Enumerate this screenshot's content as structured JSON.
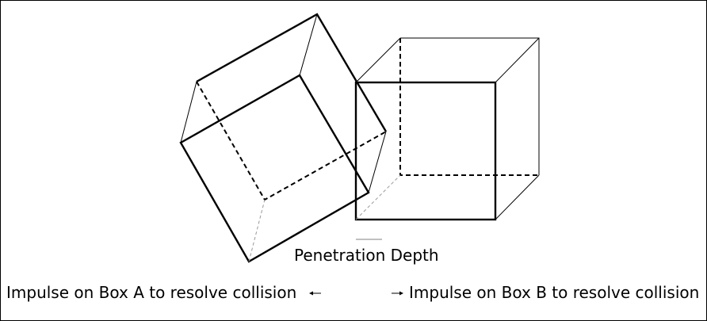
{
  "penetration_label": "Penetration Depth",
  "impulse_a_label": "Impulse on Box A to resolve collision",
  "impulse_b_label": "Impulse on Box B to resolve collision",
  "colors": {
    "stroke": "#000000",
    "faint_stroke": "#9a9a9a",
    "background": "#ffffff"
  }
}
